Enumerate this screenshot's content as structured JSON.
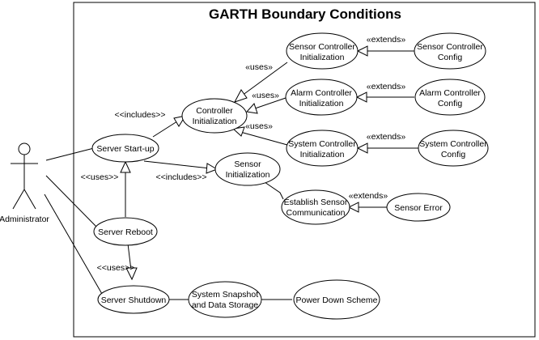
{
  "diagram": {
    "title": "GARTH Boundary Conditions",
    "actor": {
      "label": "Administrator"
    },
    "use_cases": {
      "server_startup": "Server Start-up",
      "server_reboot": "Server Reboot",
      "server_shutdown": "Server Shutdown",
      "controller_init": [
        "Controller",
        "Initialization"
      ],
      "sensor_ctrl_init": [
        "Sensor Controller",
        "Initialization"
      ],
      "alarm_ctrl_init": [
        "Alarm Controller",
        "Initialization"
      ],
      "system_ctrl_init": [
        "System Controller",
        "Initialization"
      ],
      "sensor_ctrl_config": [
        "Sensor Controller",
        "Config"
      ],
      "alarm_ctrl_config": [
        "Alarm Controller",
        "Config"
      ],
      "system_ctrl_config": [
        "System Controller",
        "Config"
      ],
      "sensor_init": [
        "Sensor",
        "Initialization"
      ],
      "establish_sensor_comm": [
        "Establish Sensor",
        "Communication"
      ],
      "sensor_error": "Sensor Error",
      "system_snapshot": [
        "System Snapshot",
        "and Data Storage"
      ],
      "power_down": "Power Down Scheme"
    },
    "relationships": {
      "includes_startup_controller": "<<includes>>",
      "includes_startup_sensor": "<<includes>>",
      "uses_reboot_startup": "<<uses>>",
      "uses_reboot_shutdown": "<<uses>>",
      "uses_sensor_ctrl": "«uses»",
      "uses_alarm_ctrl": "«uses»",
      "uses_system_ctrl": "«uses»",
      "extends_sensor_config": "«extends»",
      "extends_alarm_config": "«extends»",
      "extends_system_config": "«extends»",
      "extends_sensor_error": "«extends»"
    }
  }
}
